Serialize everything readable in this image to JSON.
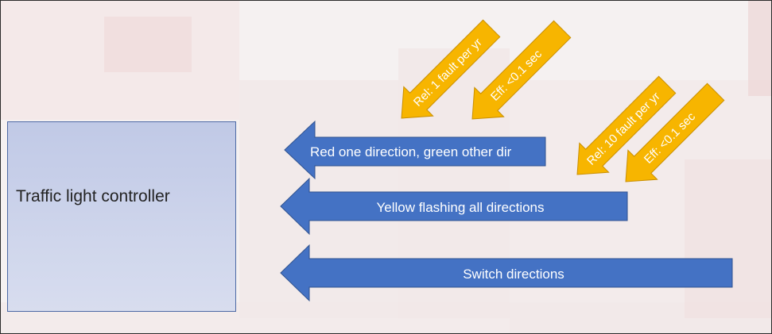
{
  "controller": {
    "label": "Traffic light controller"
  },
  "commands": [
    {
      "label": "Red one direction, green other dir"
    },
    {
      "label": "Yellow flashing all directions"
    },
    {
      "label": "Switch directions"
    }
  ],
  "annotations": [
    {
      "label": "Rel: 1 fault per yr"
    },
    {
      "label": "Eff: <0.1 sec"
    },
    {
      "label": "Rel: 10 fault per yr"
    },
    {
      "label": "Eff: <0.1 sec"
    }
  ],
  "colors": {
    "command_arrow": "#4472c4",
    "annotation_arrow": "#f7b500",
    "controller_fill": "#c5cde9"
  }
}
